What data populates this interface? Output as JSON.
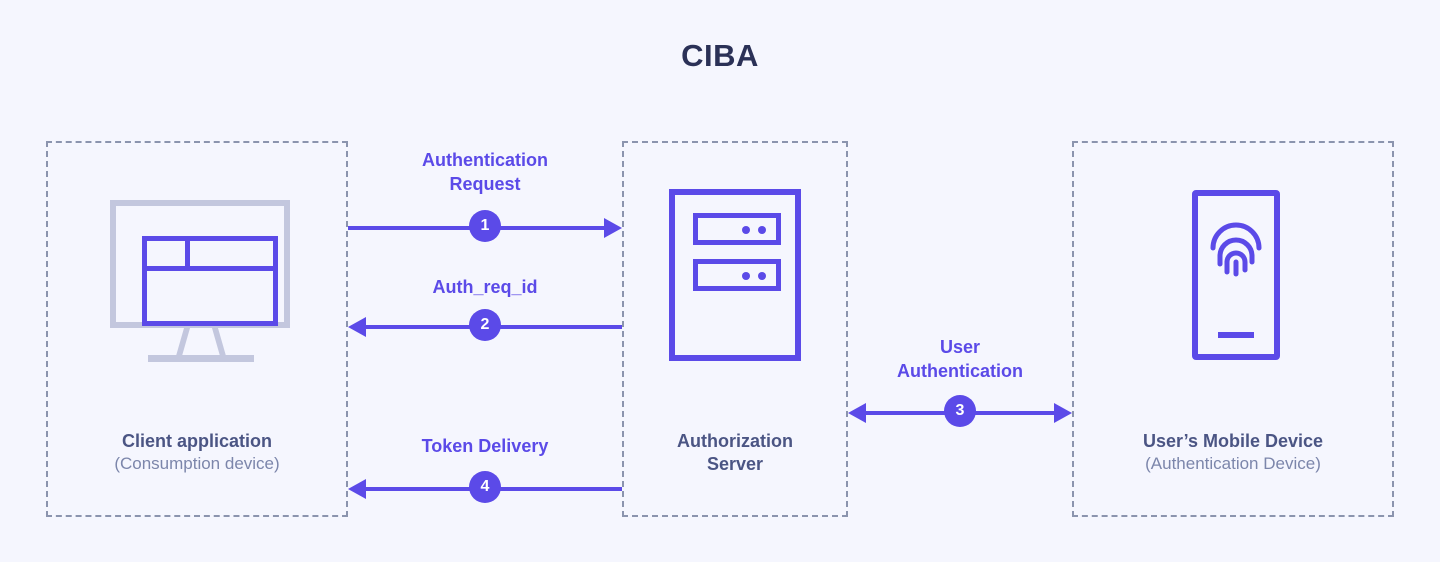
{
  "title": "CIBA",
  "colors": {
    "background": "#f5f6fe",
    "accent_purple": "#5b4ae8",
    "title_navy": "#2b3157",
    "caption_main": "#4b5584",
    "caption_sub": "#7c86ab",
    "dashed_border": "#8b94ae",
    "monitor_gray": "#c3c7de"
  },
  "zones": [
    {
      "id": "client",
      "caption_main": "Client application",
      "caption_sub": "(Consumption device)",
      "icon": "monitor-icon"
    },
    {
      "id": "authorization-server",
      "caption_main": "Authorization",
      "caption_sub": "Server",
      "icon": "server-icon"
    },
    {
      "id": "mobile",
      "caption_main": "User’s Mobile Device",
      "caption_sub": "(Authentication Device)",
      "icon": "fingerprint-phone-icon"
    }
  ],
  "flows": [
    {
      "id": "authentication-request",
      "label": "Authentication\nRequest",
      "step": "1",
      "direction": "right"
    },
    {
      "id": "auth-req-id",
      "label": "Auth_req_id",
      "step": "2",
      "direction": "left"
    },
    {
      "id": "user-authentication",
      "label": "User\nAuthentication",
      "step": "3",
      "direction": "both"
    },
    {
      "id": "token-delivery",
      "label": "Token Delivery",
      "step": "4",
      "direction": "left"
    }
  ]
}
